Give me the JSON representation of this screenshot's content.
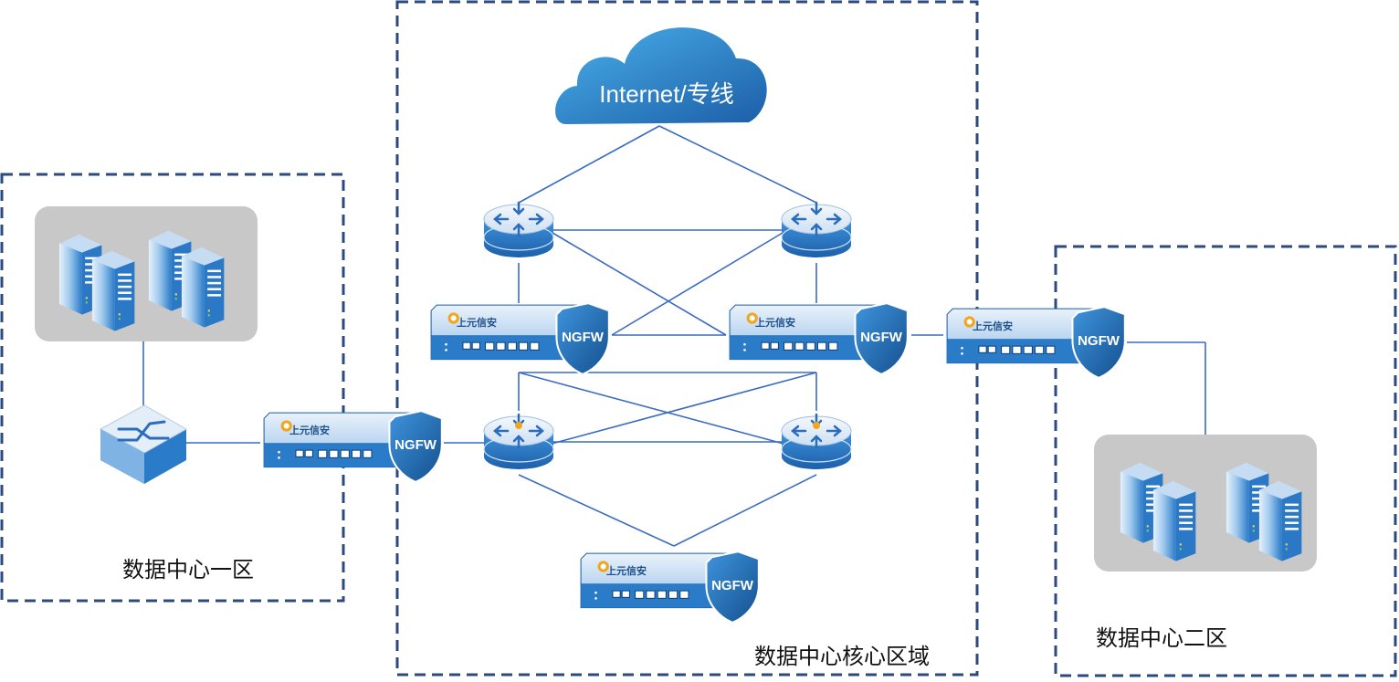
{
  "zones": [
    {
      "id": "dc1",
      "label": "数据中心一区"
    },
    {
      "id": "core",
      "label": "数据中心核心区域"
    },
    {
      "id": "dc2",
      "label": "数据中心二区"
    }
  ],
  "cloud": {
    "label": "Internet/专线"
  },
  "firewall": {
    "badge": "NGFW",
    "brand": "上元信安"
  },
  "colors": {
    "zone_border": "#2c4a7e",
    "link": "#3a6bc4",
    "device_blue": "#2a7bc8",
    "server_bg": "#c8c8c8",
    "cloud": "#2f86d4"
  }
}
